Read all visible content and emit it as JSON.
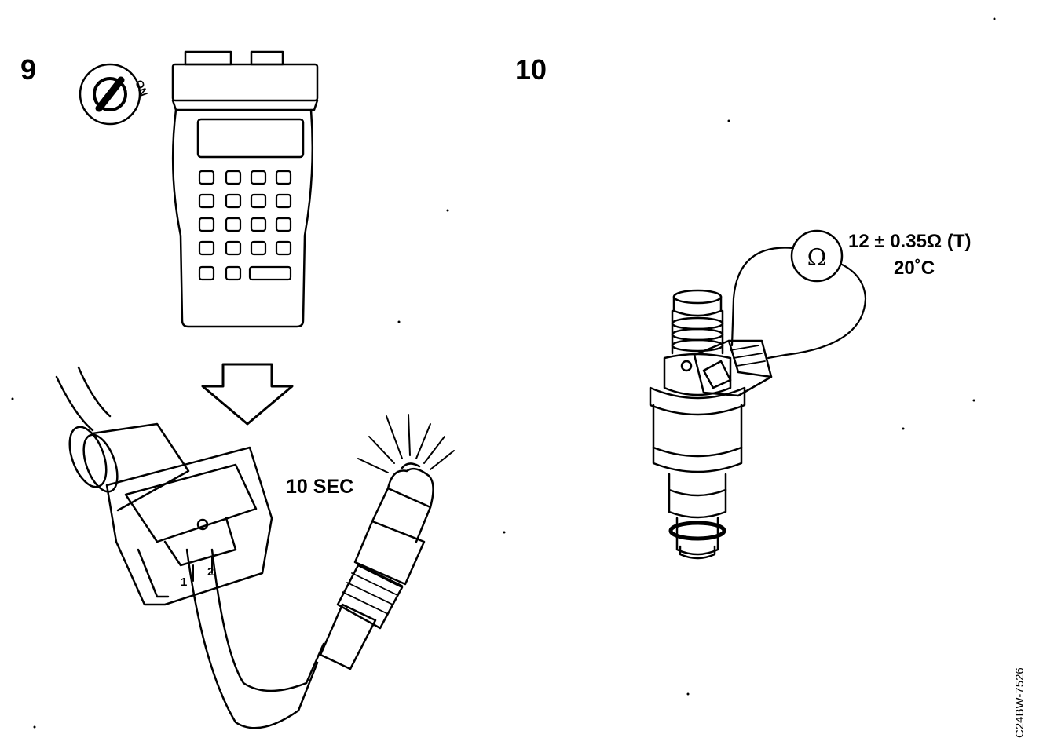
{
  "steps": {
    "step9_number": "9",
    "step10_number": "10"
  },
  "ignition": {
    "label": "ON"
  },
  "led_test": {
    "duration": "10 SEC"
  },
  "connector": {
    "pin1": "1",
    "pin2": "2"
  },
  "resistance": {
    "meter_symbol": "Ω",
    "spec": "12 ± 0.35Ω (T)",
    "temperature": "20˚C"
  },
  "figure_code": "C24BW-7526"
}
